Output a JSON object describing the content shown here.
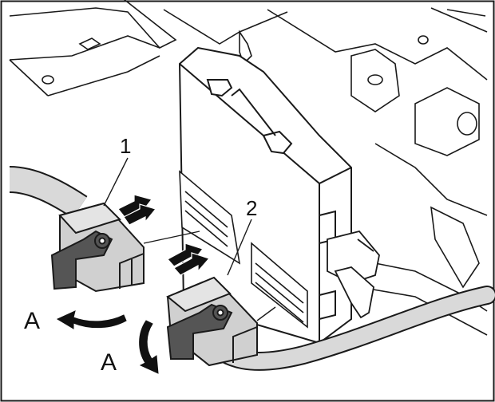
{
  "figure": {
    "callouts": {
      "connector_1": "1",
      "connector_2": "2",
      "unlock_direction_1": "A",
      "unlock_direction_2": "A"
    }
  },
  "colors": {
    "background": "#ffffff",
    "line": "#1a1a1a",
    "module_face": "#ffffff",
    "cable": "#d9d9d9",
    "connector_body": "#d0d0d0",
    "latch_lever": "#555555",
    "arrow_fill": "#111111"
  },
  "icons": {
    "push_arrow": "double-chevron-arrow-right",
    "rotate_arrow": "curved-rotation-arrow"
  }
}
